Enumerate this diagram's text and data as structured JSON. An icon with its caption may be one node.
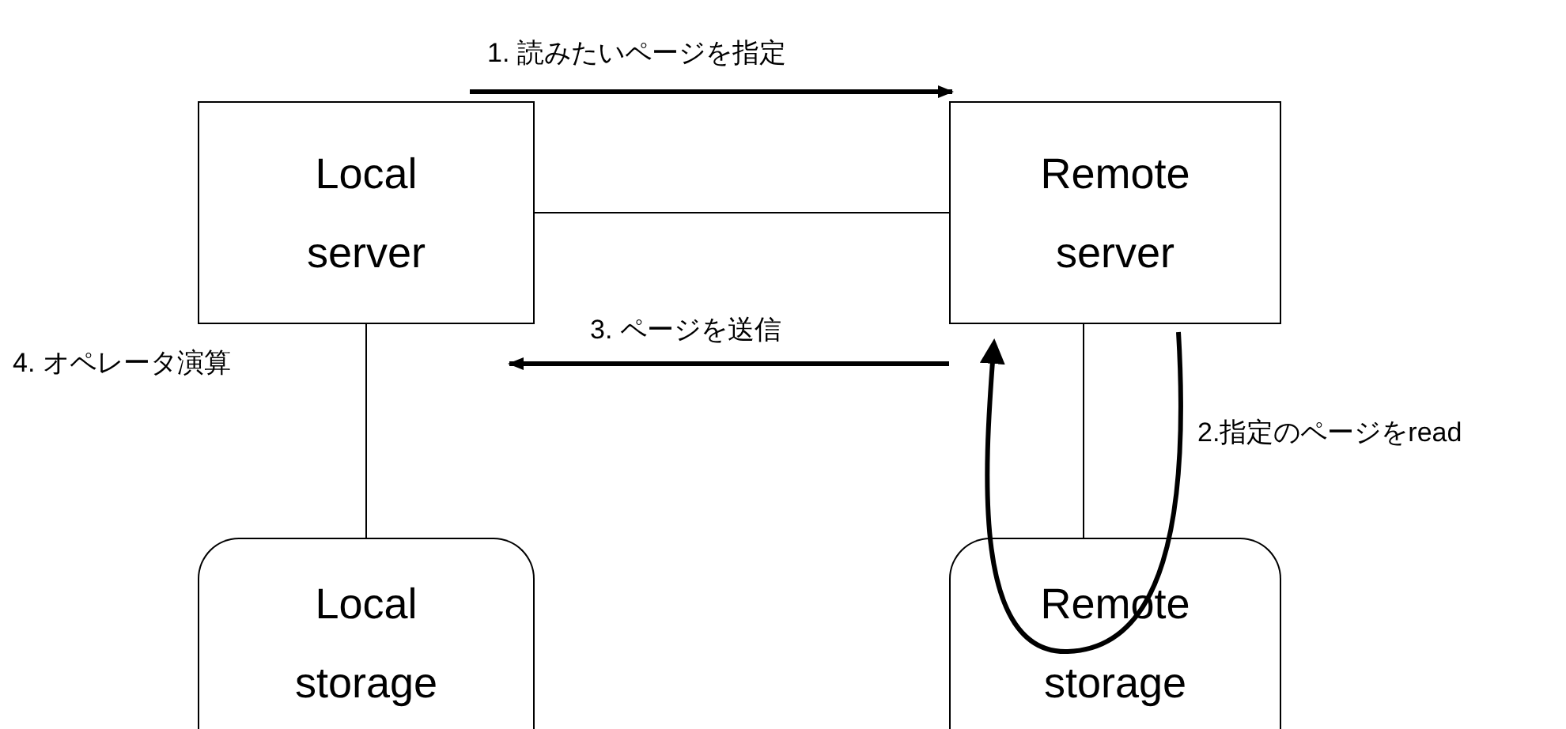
{
  "diagram": {
    "nodes": [
      {
        "text": [
          "Local server"
        ]
      },
      {
        "text": [
          "Remote server"
        ]
      },
      {
        "text": [
          "Local storage"
        ]
      },
      {
        "text": [
          "Remote storage"
        ]
      }
    ],
    "edges": [
      {
        "from": 0,
        "to": 1,
        "arrow": "none"
      },
      {
        "from": 0,
        "to": 2,
        "arrow": "none"
      },
      {
        "from": 1,
        "to": 3,
        "arrow": "none"
      },
      {
        "from": 0,
        "to": 1,
        "arrow": "to",
        "label": "1. 読みたいページを指定",
        "style": "thick"
      },
      {
        "from": 1,
        "to": 0,
        "arrow": "to",
        "label": "3. ページを送信",
        "style": "thick"
      }
    ],
    "labels": [
      "4. オペレータ演算",
      "2.指定のページをread"
    ]
  }
}
